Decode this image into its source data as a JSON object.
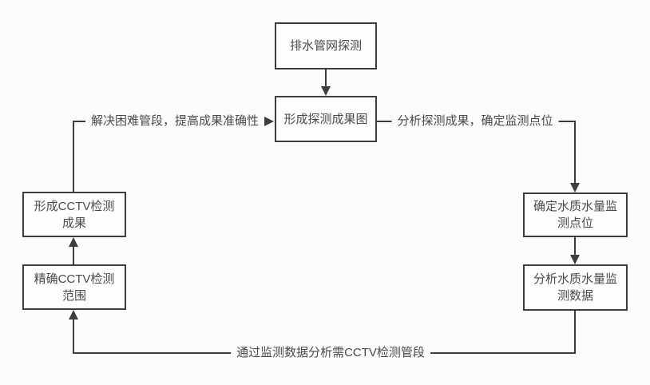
{
  "diagram": {
    "colors": {
      "line": "#3d3d3d",
      "text": "#4a4a4a",
      "background": "#fbfbfb"
    },
    "nodes": {
      "pipe_detection": {
        "label": "排水管网探测"
      },
      "result_map": {
        "label": "形成探测成果图"
      },
      "monitoring_points": {
        "label": "确定水质水量监\n测点位"
      },
      "monitoring_data": {
        "label": "分析水质水量监\n测数据"
      },
      "cctv_result": {
        "label": "形成CCTV检测\n成果"
      },
      "cctv_scope": {
        "label": "精确CCTV检测\n范围"
      }
    },
    "edge_labels": {
      "improve_accuracy": "解决困难管段，提高成果准确性",
      "determine_points": "分析探测成果，确定监测点位",
      "cctv_segments": "通过监测数据分析需CCTV检测管段"
    }
  }
}
